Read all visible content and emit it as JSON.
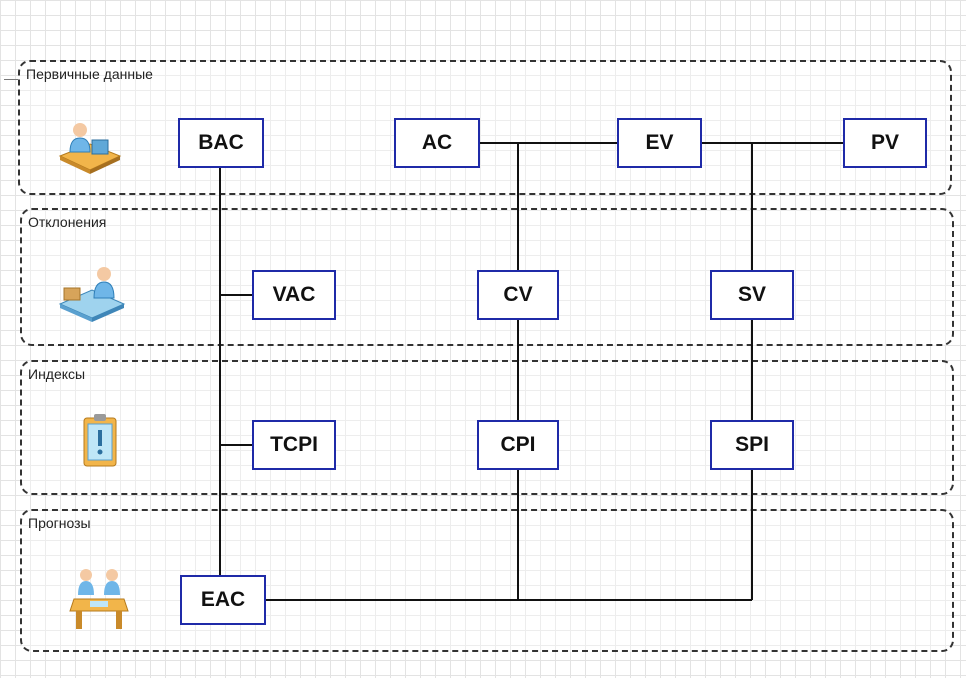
{
  "groups": {
    "primary": {
      "label": "Первичные данные",
      "icon": "office-worker-at-desk-icon"
    },
    "deviations": {
      "label": "Отклонения",
      "icon": "worker-with-documents-icon"
    },
    "indexes": {
      "label": "Индексы",
      "icon": "clipboard-alert-icon"
    },
    "forecasts": {
      "label": "Прогнозы",
      "icon": "meeting-table-icon"
    }
  },
  "nodes": {
    "bac": "BAC",
    "ac": "AC",
    "ev": "EV",
    "pv": "PV",
    "vac": "VAC",
    "cv": "CV",
    "sv": "SV",
    "tcpi": "TCPI",
    "cpi": "CPI",
    "spi": "SPI",
    "eac": "EAC"
  },
  "connections": [
    [
      "BAC",
      "EAC"
    ],
    [
      "BAC",
      "VAC"
    ],
    [
      "BAC",
      "TCPI"
    ],
    [
      "AC",
      "EV"
    ],
    [
      "EV",
      "PV"
    ],
    [
      "AC",
      "CV"
    ],
    [
      "EV",
      "CV"
    ],
    [
      "CV",
      "CPI"
    ],
    [
      "CPI",
      "EAC"
    ],
    [
      "EV",
      "SV"
    ],
    [
      "PV",
      "SV"
    ],
    [
      "SV",
      "SPI"
    ],
    [
      "SPI",
      "EAC"
    ]
  ],
  "colors": {
    "node_border": "#1f2aa8",
    "group_border": "#333333",
    "line": "#111111"
  }
}
